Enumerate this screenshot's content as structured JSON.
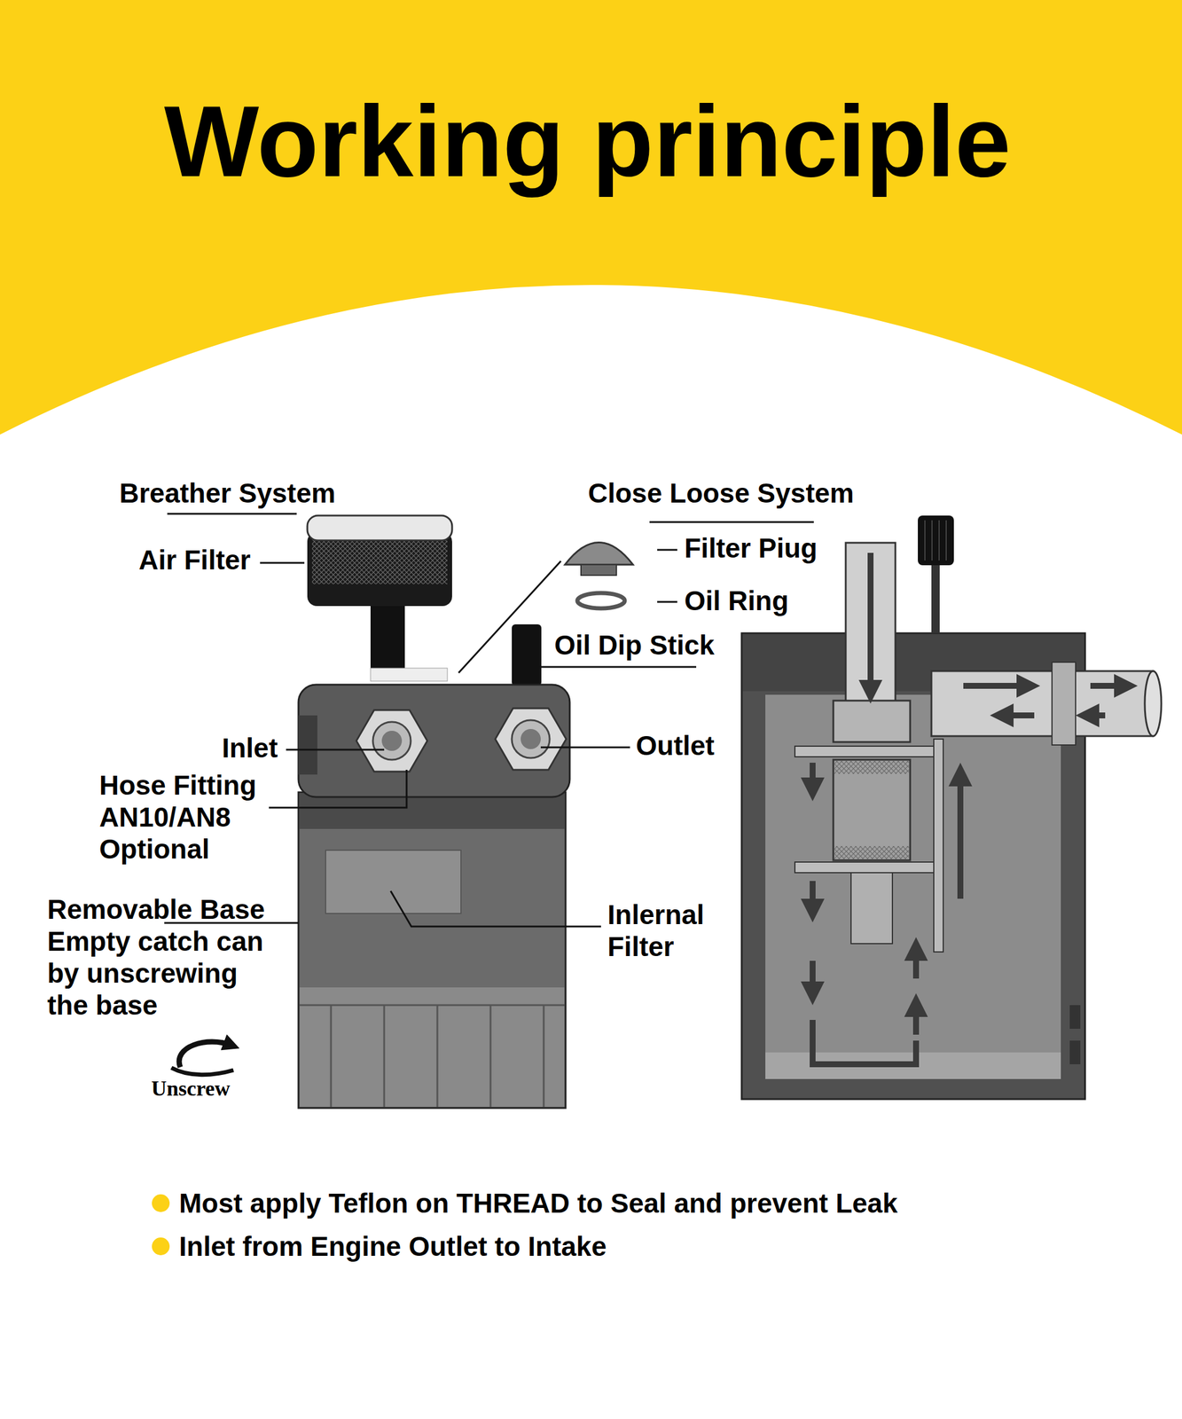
{
  "diagram": {
    "title": "Working principle",
    "labels": [
      "Breather System",
      "Close Loose System",
      "Filter Piug",
      "Air Filter",
      "Oil Ring",
      "Oil Dip Stick",
      "Inlet",
      "Outlet",
      "Hose Fitting AN10/AN8 Optional",
      "Removable Base Empty catch can by unscrewing the base",
      "Inlernal Filter",
      "Unscrew",
      "Most apply Teflon on THREAD to Seal and prevent Leak",
      "Inlet from Engine Outlet to Intake"
    ]
  }
}
